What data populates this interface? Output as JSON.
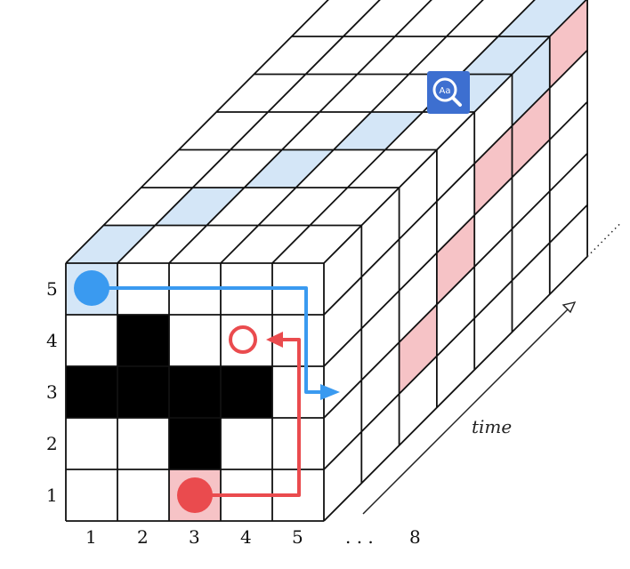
{
  "row_labels": [
    "1",
    "2",
    "3",
    "4",
    "5"
  ],
  "column_labels": [
    "1",
    "2",
    "3",
    "4",
    "5"
  ],
  "column_ellipsis": ". . .",
  "column_last": "8",
  "time_label": "time",
  "lens_button_text": "Aa",
  "colors": {
    "blue_fill": "#d4e6f7",
    "red_fill": "#f6c3c6",
    "obstacle": "#000000",
    "blue_path": "#3a9af0",
    "red_path": "#ea4b4e",
    "lens_button": "#3d6fd0"
  },
  "obstacle_cells": [
    [
      2,
      4
    ],
    [
      1,
      3
    ],
    [
      2,
      3
    ],
    [
      3,
      3
    ],
    [
      4,
      3
    ],
    [
      3,
      2
    ]
  ],
  "blue_agent": {
    "start": [
      1,
      5
    ],
    "end_direction": "forward"
  },
  "red_agent": {
    "start": [
      3,
      1
    ],
    "goal": [
      4,
      4
    ]
  }
}
